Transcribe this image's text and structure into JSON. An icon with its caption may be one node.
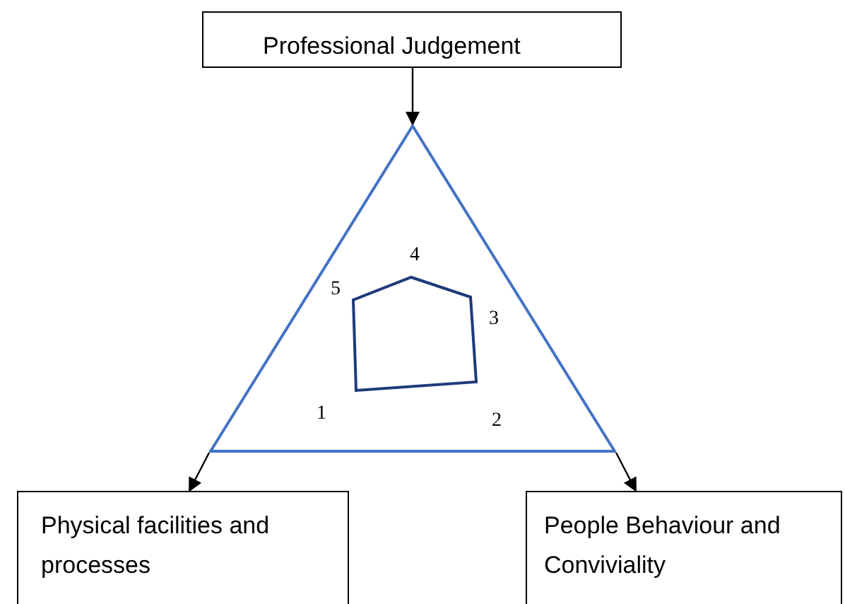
{
  "diagram": {
    "nodes": [
      {
        "text": [
          "Professional Judgement"
        ]
      },
      {
        "text": [],
        "shape": "triangle"
      },
      {
        "text": [],
        "shape": "pentagon",
        "in": 1
      },
      {
        "text": [
          "Physical facilities and processes"
        ]
      },
      {
        "text": [
          "People Behaviour and Conviviality"
        ]
      }
    ],
    "edges": [
      {
        "from": 0,
        "to": 1,
        "arrow": "to"
      },
      {
        "from": 1,
        "to": 3,
        "arrow": "to"
      },
      {
        "from": 1,
        "to": 4,
        "arrow": "to"
      }
    ],
    "labels": [
      "4",
      "5",
      "3",
      "1",
      "2"
    ]
  }
}
